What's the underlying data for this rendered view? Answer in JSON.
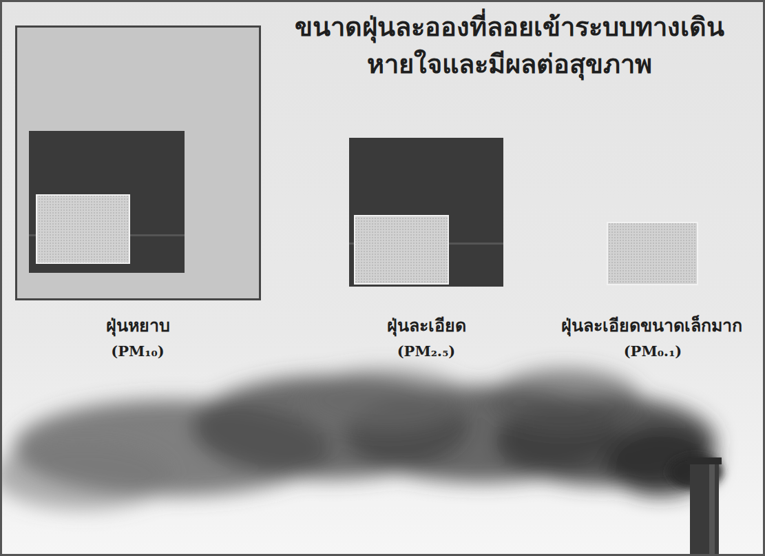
{
  "diagram": {
    "title": "ขนาดฝุ่นละอองที่ลอยเข้าระบบทางเดิน หายใจและมีผลต่อสุขภาพ",
    "labels": [
      "ฝุ่นหยาบ",
      "(PM₁₀)",
      "ฝุ่นละเอียด",
      "(PM₂.₅)",
      "ฝุ่นละเอียดขนาดเล็กมาก",
      "(PM₀.₁)"
    ]
  }
}
